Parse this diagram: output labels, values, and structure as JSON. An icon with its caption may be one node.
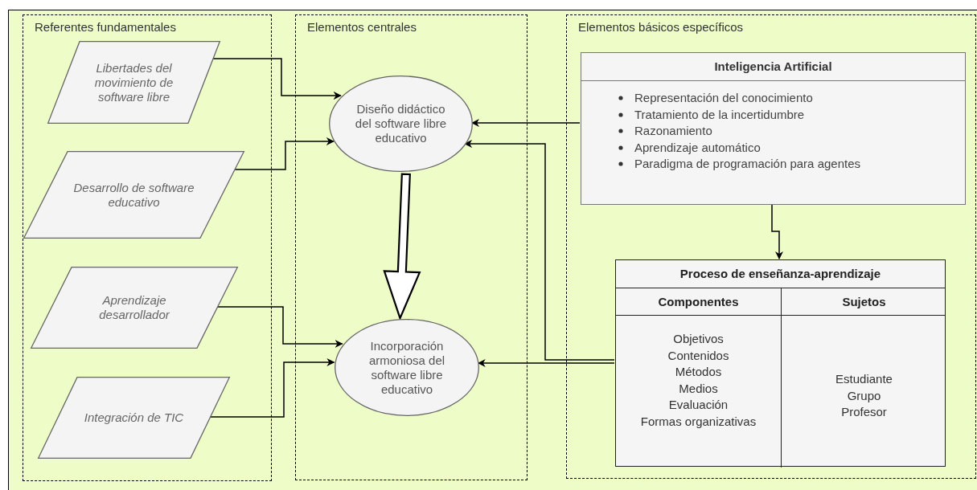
{
  "diagram": {
    "nodes": [
      {
        "text": [
          "Referentes fundamentales"
        ]
      },
      {
        "text": [
          "Libertades del movimiento de software libre"
        ],
        "in": 0
      },
      {
        "text": [
          "Desarrollo de software educativo"
        ],
        "in": 0
      },
      {
        "text": [
          "Aprendizaje desarrollador"
        ],
        "in": 0
      },
      {
        "text": [
          "Integración de TIC"
        ],
        "in": 0
      },
      {
        "text": [
          "Elementos centrales"
        ]
      },
      {
        "text": [
          "Diseño didáctico del software libre educativo"
        ],
        "in": 5
      },
      {
        "text": [
          "Incorporación armoniosa del software libre educativo"
        ],
        "in": 5
      },
      {
        "text": [
          "Elementos básicos específicos"
        ]
      },
      {
        "text": [
          "Inteligencia Artificial",
          "Representación del conocimiento",
          "Tratamiento de la incertidumbre",
          "Razonamiento",
          "Aprendizaje automático",
          "Paradigma de programación para agentes"
        ],
        "in": 8
      },
      {
        "text": [
          "Proceso de enseñanza-aprendizaje"
        ],
        "in": 8
      },
      {
        "text": [
          "Componentes",
          "Objetivos",
          "Contenidos",
          "Métodos",
          "Medios",
          "Evaluación",
          "Formas organizativas"
        ],
        "in": 10
      },
      {
        "text": [
          "Sujetos",
          "Estudiante",
          "Grupo",
          "Profesor"
        ],
        "in": 10
      }
    ],
    "edges": [
      {
        "from": 1,
        "to": 6,
        "arrow": "to"
      },
      {
        "from": 2,
        "to": 6,
        "arrow": "to"
      },
      {
        "from": 3,
        "to": 7,
        "arrow": "to"
      },
      {
        "from": 4,
        "to": 7,
        "arrow": "to"
      },
      {
        "from": 9,
        "to": 6,
        "arrow": "to"
      },
      {
        "from": 10,
        "to": 6,
        "arrow": "to"
      },
      {
        "from": 10,
        "to": 7,
        "arrow": "to"
      },
      {
        "from": 9,
        "to": 10,
        "arrow": "to"
      },
      {
        "from": 6,
        "to": 7,
        "arrow": "to",
        "style": "thick"
      }
    ]
  }
}
